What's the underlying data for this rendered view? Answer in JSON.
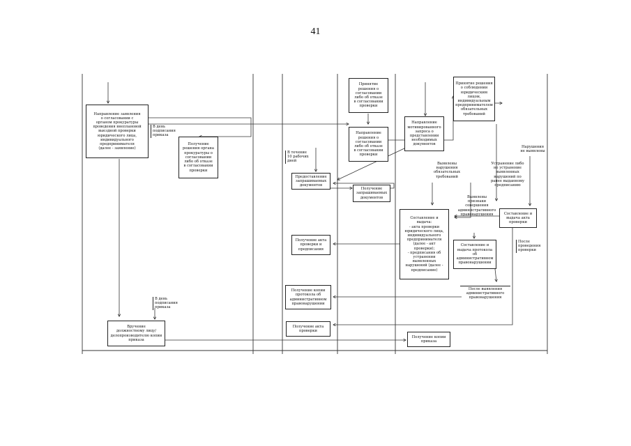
{
  "page": {
    "number": "41"
  },
  "boxes": {
    "b1": "Направление заявления\nо согласовании с\nорганом прокуратуры\nпроведения внеплановой\nвыездной проверки\nюридического лица,\nиндивидуального\nпредпринимателя\n(далее - заявление)",
    "b2": "Получение\nрешения органа\nпрокуратуры о\nсогласовании\nлибо об отказе\nв согласовании\nпроверки",
    "b3": "Принятие\nрешения о\nсогласовании\nлибо об отказе\nв согласовании\nпроверки",
    "b4": "Направление\nрешения о\nсогласовании\nлибо об отказе\nв согласовании\nпроверки",
    "b5": "Направление\nмотивированного\nзапроса о\nпредставлении\nнеобходимых\nдокументов",
    "b6": "Принятие решения\nо соблюдении\nюридическим\nлицом,\nиндивидуальным\nпредпринимателем\nобязательных\nтребований",
    "b7": "Предоставление\nзапрашиваемых\nдокументов",
    "b8": "Получение\nзапрашиваемых\nдокументов",
    "b9": "Составление и\nвыдача:\n- акта проверки\nюридического лица,\nиндивидуального\nпредпринимателя\n(далее - акт\nпроверки);\n- предписания об\nустранении\nвыявленных\nнарушений (далее -\nпредписание)",
    "b10": "Составление и\nвыдача акта\nпроверки",
    "b11": "Получение акта\nпроверки и\nпредписания",
    "b12": "Составление и\nвыдача протокола\nоб\nадминистративном\nправонарушении",
    "b13": "Получение копии\nпротокола об\nадминистративном\nправонарушении",
    "b14": "Вручение\nдолжностному лицу/\nделопроизводителю копии\nприказа",
    "b15": "Получение акта\nпроверки",
    "b16": "Получение копии\nприказа"
  },
  "labels": {
    "l1": "В день\nподписания\nприказа",
    "l2": "В течение\n10 рабочих\nдней",
    "l3": "Выявлены\nнарушения\nобязательных\nтребований",
    "l4": "Выявлены\nпризнаки\nсовершения\nадминистративного\nправонарушения",
    "l5": "Нарушения\nне выявлены",
    "l6": "Устранение либо\nне устранение\nвыявленных\nнарушений по\nранее выданному\nпредписанию",
    "l7": "После\nпроведения\nпроверки",
    "l8": "После выявления\nадминистративного\nправонарушения",
    "l9": "В день\nподписания\nприказа"
  }
}
